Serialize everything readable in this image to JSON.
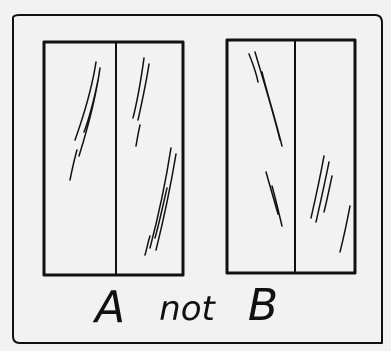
{
  "caption": {
    "left_label": "A",
    "joiner": "not",
    "right_label": "B"
  }
}
